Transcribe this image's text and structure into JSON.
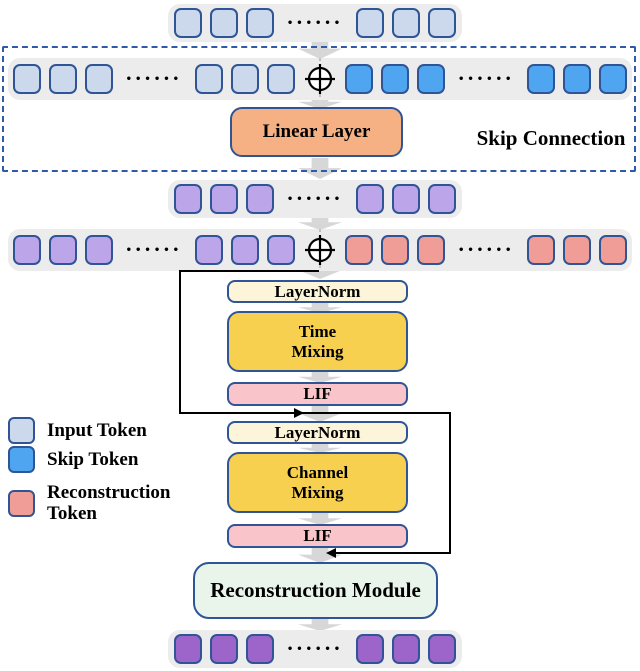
{
  "labels": {
    "skip_connection": "Skip Connection",
    "linear_layer": "Linear Layer",
    "layernorm_top": "LayerNorm",
    "time_mixing": "Time\nMixing",
    "lif_top": "LIF",
    "layernorm_bottom": "LayerNorm",
    "channel_mixing": "Channel\nMixing",
    "lif_bottom": "LIF",
    "reconstruction_module": "Reconstruction Module"
  },
  "legend": {
    "items": [
      {
        "label": "Input Token",
        "type": "input",
        "color": "#ccd9ec"
      },
      {
        "label": "Skip Token",
        "type": "skip",
        "color": "#4fa5f0"
      },
      {
        "label": "Reconstruction Token",
        "type": "reconstruction",
        "color": "#ef9d96"
      }
    ]
  },
  "diagram": {
    "dots": "••••••",
    "add_symbol": "⊕",
    "token_colors": {
      "input": "#ccd9ec",
      "skip": "#4fa5f0",
      "embedded": "#bca6e9",
      "reconstruction": "#ef9d96",
      "output": "#9d65c9"
    },
    "token_rows": [
      {
        "name": "input-sequence",
        "groups": [
          {
            "kind": "token",
            "type": "input",
            "count": 3
          },
          {
            "kind": "dots"
          },
          {
            "kind": "token",
            "type": "input",
            "count": 3
          }
        ]
      },
      {
        "name": "input-plus-skip-sequence",
        "groups": [
          {
            "kind": "token",
            "type": "input",
            "count": 3
          },
          {
            "kind": "dots"
          },
          {
            "kind": "token",
            "type": "input",
            "count": 3
          },
          {
            "kind": "add"
          },
          {
            "kind": "token",
            "type": "skip",
            "count": 3
          },
          {
            "kind": "dots"
          },
          {
            "kind": "token",
            "type": "skip",
            "count": 3
          }
        ]
      },
      {
        "name": "embedded-sequence",
        "groups": [
          {
            "kind": "token",
            "type": "embedded",
            "count": 3
          },
          {
            "kind": "dots"
          },
          {
            "kind": "token",
            "type": "embedded",
            "count": 3
          }
        ]
      },
      {
        "name": "embedded-plus-reconstruction-sequence",
        "groups": [
          {
            "kind": "token",
            "type": "embedded",
            "count": 3
          },
          {
            "kind": "dots"
          },
          {
            "kind": "token",
            "type": "embedded",
            "count": 3
          },
          {
            "kind": "add"
          },
          {
            "kind": "token",
            "type": "reconstruction",
            "count": 3
          },
          {
            "kind": "dots"
          },
          {
            "kind": "token",
            "type": "reconstruction",
            "count": 3
          }
        ]
      },
      {
        "name": "output-sequence",
        "groups": [
          {
            "kind": "token",
            "type": "output",
            "count": 3
          },
          {
            "kind": "dots"
          },
          {
            "kind": "token",
            "type": "output",
            "count": 3
          }
        ]
      }
    ],
    "colors": {
      "token_border": "#2f5597",
      "row_background": "#ececec",
      "dashed_frame": "#2e5aa8",
      "flow_arrow": "#d7d7d7",
      "linear_layer_fill": "#f5b183",
      "layernorm_fill": "#fdf5d9",
      "mixing_fill": "#f8d04f",
      "lif_fill": "#f9c5ca",
      "reconstruction_module_fill": "#e9f4ea"
    }
  }
}
